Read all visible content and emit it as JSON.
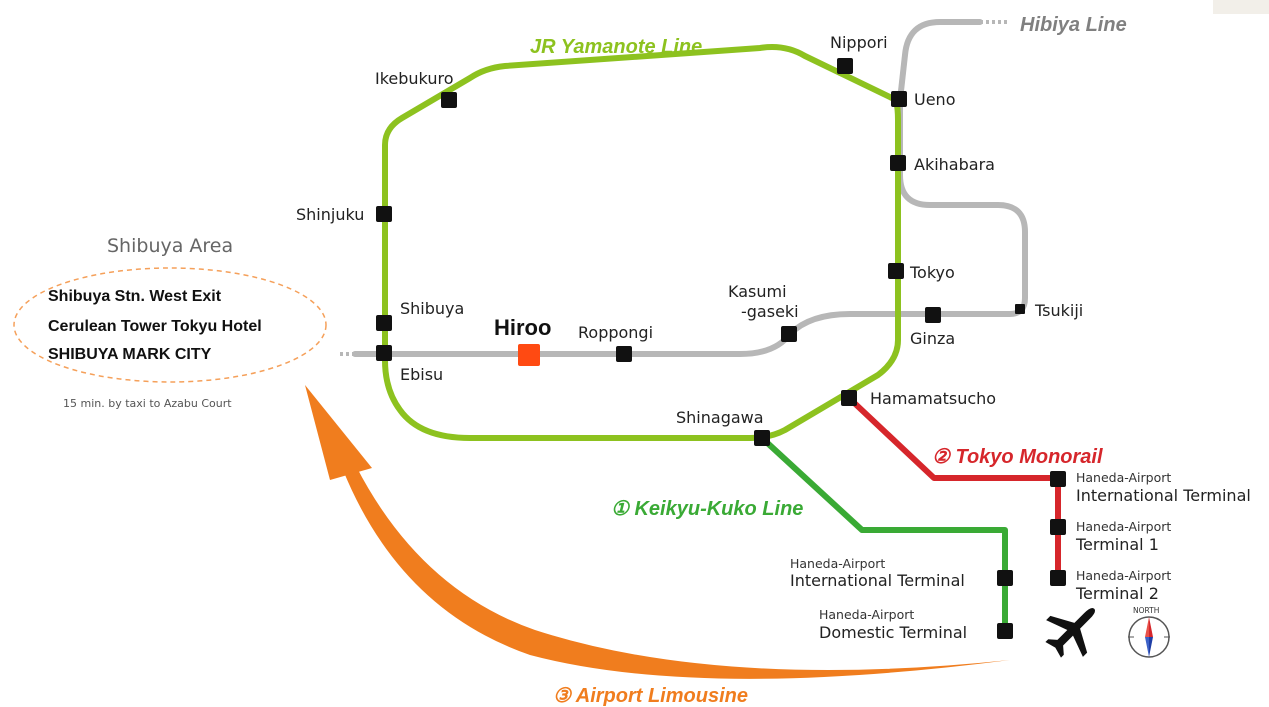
{
  "lines": {
    "yamanote": {
      "name": "JR  Yamanote Line",
      "color": "#8dc21f"
    },
    "hibiya": {
      "name": "Hibiya Line",
      "color": "#b7b7b7",
      "label_color": "#808080"
    },
    "keikyu": {
      "name": "① Keikyu-Kuko Line",
      "color": "#3aaa35"
    },
    "monorail": {
      "name": "② Tokyo Monorail",
      "color": "#d6262b"
    },
    "limousine": {
      "name": "③ Airport Limousine",
      "color": "#f07d1e"
    }
  },
  "stations": {
    "nippori": "Nippori",
    "ikebukuro": "Ikebukuro",
    "ueno": "Ueno",
    "akihabara": "Akihabara",
    "shinjuku": "Shinjuku",
    "tokyo": "Tokyo",
    "shibuya": "Shibuya",
    "ebisu": "Ebisu",
    "hiroo": "Hiroo",
    "roppongi": "Roppongi",
    "kasumigaseki_1": "Kasumi",
    "kasumigaseki_2": "-gaseki",
    "ginza": "Ginza",
    "tsukiji": "Tsukiji",
    "hamamatsucho": "Hamamatsucho",
    "shinagawa": "Shinagawa"
  },
  "airport": {
    "keikyu_intl_1": "Haneda-Airport",
    "keikyu_intl_2": "International Terminal",
    "keikyu_dom_1": "Haneda-Airport",
    "keikyu_dom_2": "Domestic Terminal",
    "mono_intl_1": "Haneda-Airport",
    "mono_intl_2": "International Terminal",
    "mono_t1_1": "Haneda-Airport",
    "mono_t1_2": "Terminal 1",
    "mono_t2_1": "Haneda-Airport",
    "mono_t2_2": "Terminal 2"
  },
  "shibuya_area": {
    "title": "Shibuya Area",
    "items": [
      "Shibuya Stn.  West Exit",
      "Cerulean Tower Tokyu Hotel",
      "SHIBUYA MARK CITY"
    ],
    "note": "15 min. by taxi to Azabu Court"
  },
  "compass": {
    "label": "NORTH"
  },
  "colors": {
    "station": "#111111",
    "hiroo": "#ff4a12"
  },
  "icons": {
    "airplane": "airplane-icon",
    "compass": "compass-icon"
  }
}
